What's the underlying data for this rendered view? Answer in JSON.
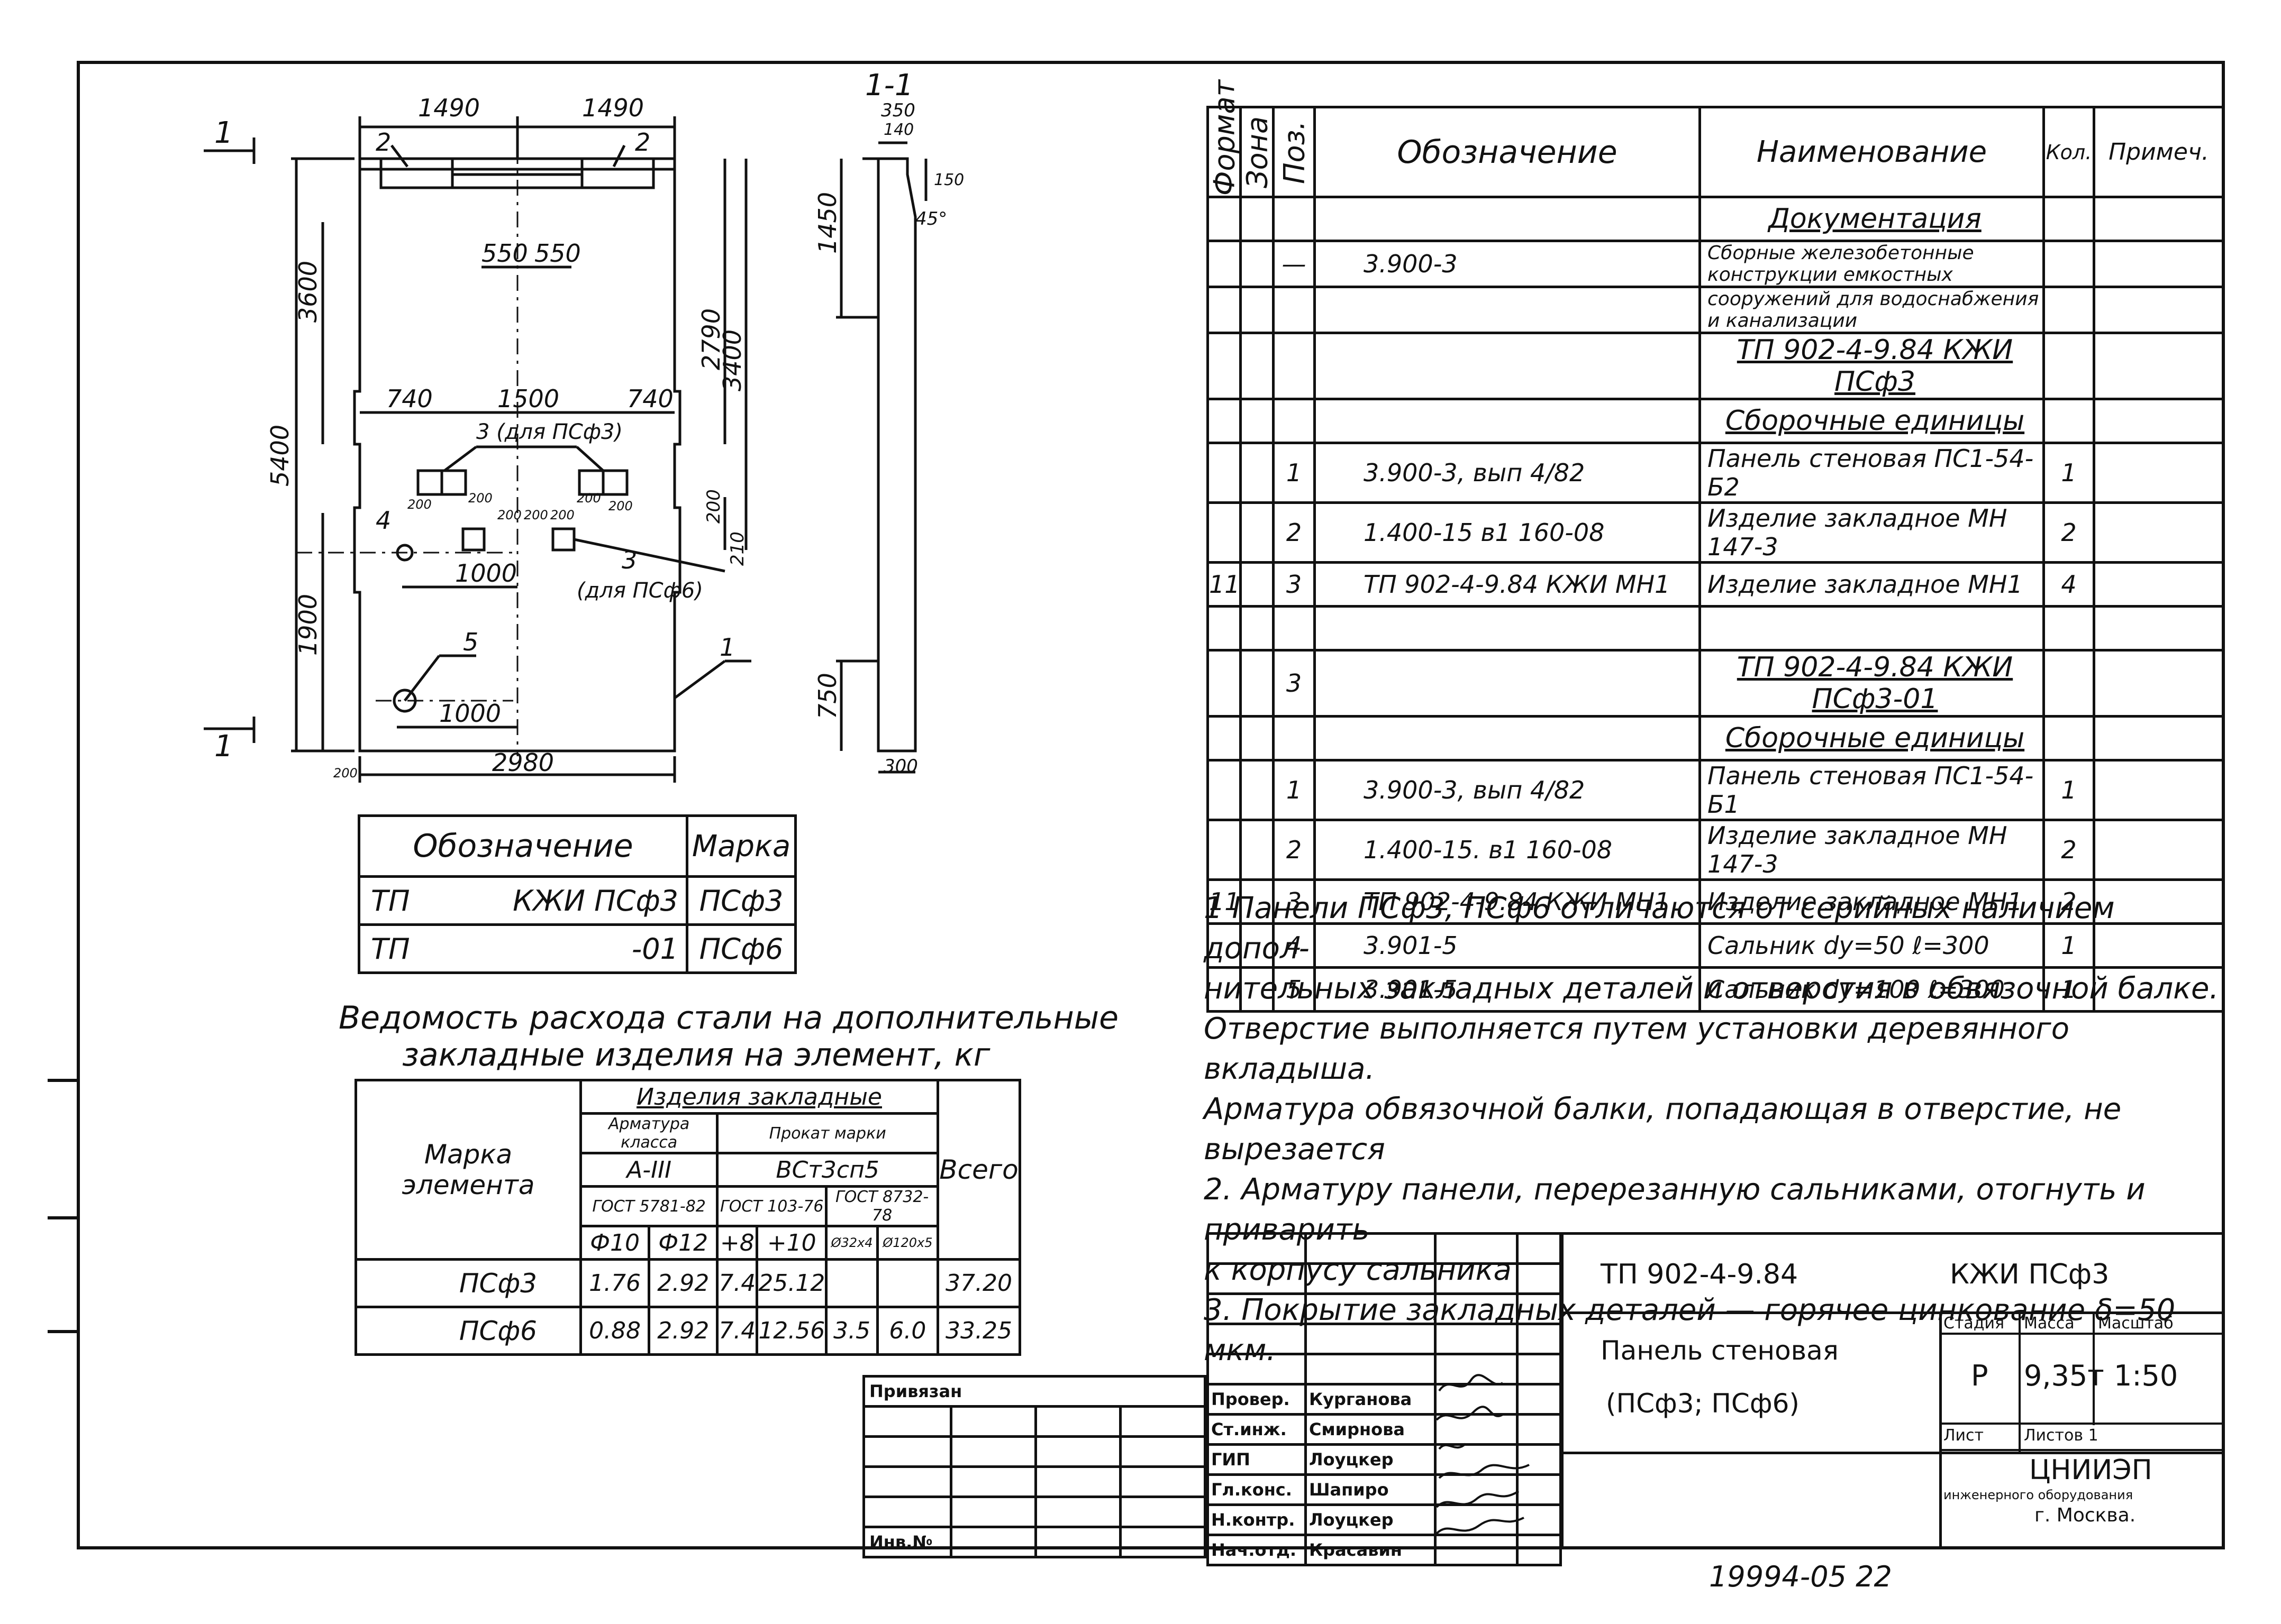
{
  "drawing": {
    "section_label": "1-1",
    "cut_labels": [
      "1",
      "1"
    ],
    "dims_top": [
      "1490",
      "1490"
    ],
    "dims_inner_top": [
      "550",
      "550"
    ],
    "dims_mid": [
      "740",
      "1500",
      "740"
    ],
    "dim_bottom": "2980",
    "dims_left": [
      "5400",
      "3600",
      "1900"
    ],
    "dims_right": [
      "2790",
      "3400",
      "200",
      "210"
    ],
    "dim_1000_a": "1000",
    "dim_1000_b": "1000",
    "dims_200": [
      "200",
      "200",
      "200",
      "200",
      "200",
      "200",
      "200",
      "200"
    ],
    "callouts": [
      "2",
      "2",
      "3 (для ПСф3)",
      "3",
      "(для ПСф6)",
      "4",
      "5",
      "1"
    ],
    "section_dims": [
      "350",
      "140",
      "150",
      "45°",
      "1450",
      "750",
      "300"
    ]
  },
  "mark_table": {
    "headers": [
      "Обозначение",
      "Марка"
    ],
    "rows": [
      {
        "a": "ТП",
        "b": "КЖИ ПСф3",
        "mark": "ПСф3"
      },
      {
        "a": "ТП",
        "b": "-01",
        "mark": "ПСф6"
      }
    ]
  },
  "steel_table": {
    "title_line1": "Ведомость расхода стали на дополнительные",
    "title_line2": "закладные изделия на элемент, кг",
    "h_element": "Марка элемента",
    "h_items": "Изделия закладные",
    "h_rebar": "Арматура класса",
    "h_rolled": "Прокат марки",
    "h_total": "Всего",
    "h_a3": "А-III",
    "h_steel": "ВСт3сп5",
    "h_gost1": "ГОСТ 5781-82",
    "h_gost2": "ГОСТ 103-76",
    "h_gost3": "ГОСТ 8732-78",
    "h_sub4": "Ø32x4",
    "h_sub5": "Ø120x5",
    "diams": [
      "Ф10",
      "Ф12",
      "+8",
      "+10",
      "",
      ""
    ],
    "rows": [
      {
        "mark": "ПСф3",
        "v": [
          "1.76",
          "2.92",
          "7.4",
          "25.12",
          "",
          ""
        ],
        "total": "37.20"
      },
      {
        "mark": "ПСф6",
        "v": [
          "0.88",
          "2.92",
          "7.4",
          "12.56",
          "3.5",
          "6.0"
        ],
        "total": "33.25"
      }
    ]
  },
  "spec": {
    "headers": {
      "format": "Формат",
      "zone": "Зона",
      "pos": "Поз.",
      "designation": "Обозначение",
      "name": "Наименование",
      "qty": "Кол.",
      "note": "Примеч."
    },
    "rows": [
      {
        "f": "",
        "pos": "",
        "des": "",
        "name": "Документация",
        "qty": "",
        "u": true
      },
      {
        "f": "",
        "pos": "—",
        "des": "3.900-3",
        "name": "Сборные железобетонные конструкции емкостных",
        "qty": ""
      },
      {
        "f": "",
        "pos": "",
        "des": "",
        "name": "сооружений для водоснабжения и канализации",
        "qty": ""
      },
      {
        "f": "",
        "pos": "",
        "des": "",
        "name": "ТП 902-4-9.84 КЖИ ПСф3",
        "qty": "",
        "u": true
      },
      {
        "f": "",
        "pos": "",
        "des": "",
        "name": "Сборочные единицы",
        "qty": "",
        "u": true
      },
      {
        "f": "",
        "pos": "1",
        "des": "3.900-3, вып 4/82",
        "name": "Панель стеновая ПС1-54-Б2",
        "qty": "1"
      },
      {
        "f": "",
        "pos": "2",
        "des": "1.400-15 в1 160-08",
        "name": "Изделие закладное МН 147-3",
        "qty": "2"
      },
      {
        "f": "11",
        "pos": "3",
        "des": "ТП 902-4-9.84 КЖИ МН1",
        "name": "Изделие закладное МН1",
        "qty": "4"
      },
      {
        "f": "",
        "pos": "",
        "des": "",
        "name": "",
        "qty": ""
      },
      {
        "f": "",
        "pos": "3",
        "des": "",
        "name": "ТП 902-4-9.84 КЖИ ПСф3-01",
        "qty": "",
        "u": true
      },
      {
        "f": "",
        "pos": "",
        "des": "",
        "name": "Сборочные единицы",
        "qty": "",
        "u": true
      },
      {
        "f": "",
        "pos": "1",
        "des": "3.900-3, вып 4/82",
        "name": "Панель стеновая ПС1-54-Б1",
        "qty": "1"
      },
      {
        "f": "",
        "pos": "2",
        "des": "1.400-15. в1 160-08",
        "name": "Изделие закладное МН 147-3",
        "qty": "2"
      },
      {
        "f": "11",
        "pos": "3",
        "des": "ТП 902-4-9.84 КЖИ МН1",
        "name": "Изделие закладное МН1",
        "qty": "2"
      },
      {
        "f": "",
        "pos": "4",
        "des": "3.901-5",
        "name": "Сальник dу=50 ℓ=300",
        "qty": "1"
      },
      {
        "f": "",
        "pos": "5",
        "des": "3.901-5",
        "name": "Сальник dу=100 ℓ=300",
        "qty": "1"
      }
    ]
  },
  "notes": [
    "1  Панели ПСф3, ПСф6 отличаются от серийных наличием допол-",
    "   нительных закладных деталей и отверстия в обвязочной балке.",
    "   Отверстие выполняется путем установки деревянного вкладыша.",
    "   Арматура обвязочной балки, попадающая в отверстие, не вырезается",
    "2.  Арматуру панели, перерезанную сальниками, отогнуть и приварить",
    "   к корпусу сальника",
    "3.  Покрытие закладных деталей — горячее цинкование  δ=50 мкм."
  ],
  "title_block": {
    "project": "ТП 902-4-9.84",
    "code": "КЖИ   ПСф3",
    "title1": "Панель стеновая",
    "title2": "(ПСф3; ПСф6)",
    "stage_h": "Стадия",
    "mass_h": "Масса",
    "scale_h": "Масштаб",
    "stage": "Р",
    "mass": "9,35т",
    "scale": "1:50",
    "sheet": "Лист",
    "sheets": "Листов 1",
    "org1": "ЦНИИЭП",
    "org2": "инженерного оборудования",
    "org3": "г. Москва.",
    "tied": "Привязан",
    "inv": "Инв.№",
    "roles": [
      {
        "role": "Провер.",
        "name": "Курганова"
      },
      {
        "role": "Ст.инж.",
        "name": "Смирнова"
      },
      {
        "role": "ГИП",
        "name": "Лоуцкер"
      },
      {
        "role": "Гл.конс.",
        "name": "Шапиро"
      },
      {
        "role": "Н.контр.",
        "name": "Лоуцкер"
      },
      {
        "role": "Нач.отд.",
        "name": "Красавин"
      }
    ]
  },
  "footer": "19994-05  22"
}
